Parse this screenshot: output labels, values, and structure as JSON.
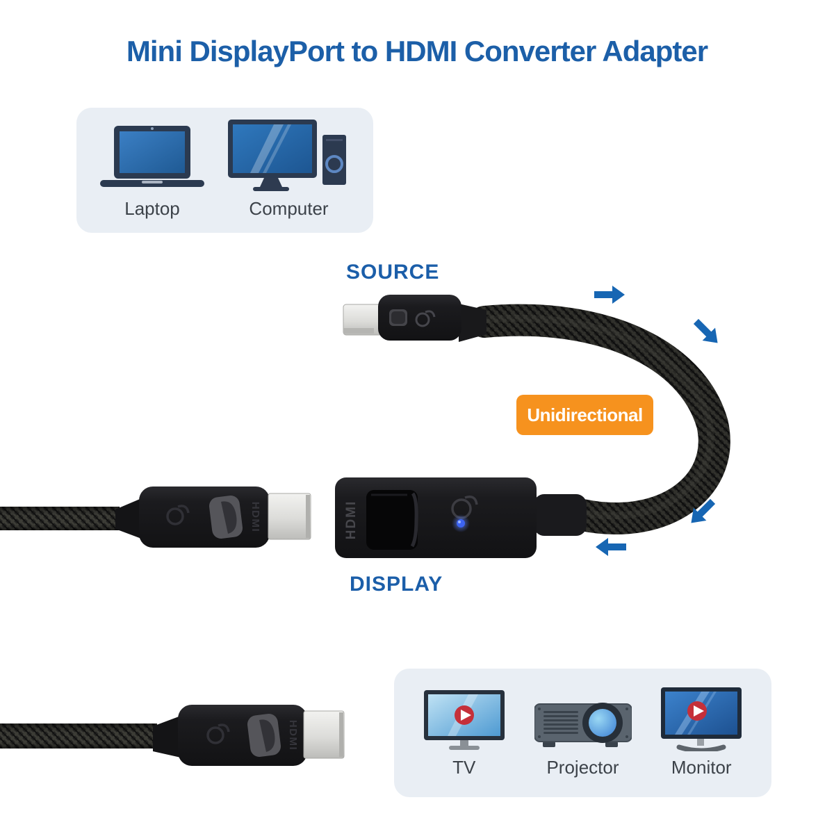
{
  "title": "Mini DisplayPort to HDMI Converter Adapter",
  "labels": {
    "source": "SOURCE",
    "display": "DISPLAY",
    "direction_badge": "Unidirectional"
  },
  "source_devices": {
    "items": [
      {
        "icon": "laptop-icon",
        "label": "Laptop"
      },
      {
        "icon": "desktop-computer-icon",
        "label": "Computer"
      }
    ]
  },
  "display_devices": {
    "items": [
      {
        "icon": "tv-icon",
        "label": "TV"
      },
      {
        "icon": "projector-icon",
        "label": "Projector"
      },
      {
        "icon": "monitor-icon",
        "label": "Monitor"
      }
    ]
  },
  "connector_markings": {
    "adapter_port": "HDMI",
    "hdmi_plug_top": "HDMI",
    "hdmi_plug_bottom": "HDMI"
  },
  "flow_arrows": [
    "right",
    "down-right",
    "down-left",
    "left"
  ],
  "colors": {
    "title_blue": "#1c5fa8",
    "label_blue": "#1b5ea9",
    "arrow_blue": "#1766b3",
    "badge_bg": "#f6921e",
    "badge_text": "#ffffff",
    "panel_bg": "#e9eef4",
    "device_label": "#3c4249",
    "led_blue": "#3d64f2"
  }
}
